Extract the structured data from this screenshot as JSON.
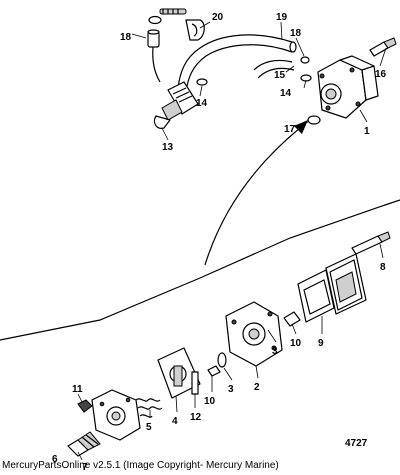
{
  "figure_number": "4727",
  "footer": "MercuryPartsOnline v2.5.1 (Image Copyright- Mercury Marine)",
  "callouts": {
    "p1": "1",
    "p2": "2",
    "p3a": "3",
    "p3b": "3",
    "p4": "4",
    "p5": "5",
    "p6": "6",
    "p7": "7",
    "p8": "8",
    "p9": "9",
    "p10a": "10",
    "p10b": "10",
    "p11": "11",
    "p12": "12",
    "p13": "13",
    "p14a": "14",
    "p14b": "14",
    "p15": "15",
    "p16": "16",
    "p17": "17",
    "p18a": "18",
    "p18b": "18",
    "p19": "19",
    "p20": "20"
  }
}
